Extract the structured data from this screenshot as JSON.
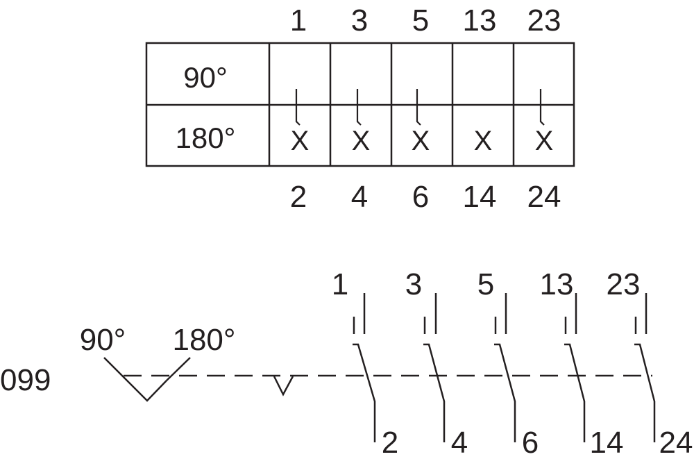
{
  "table": {
    "top_terminals": [
      "1",
      "3",
      "5",
      "13",
      "23"
    ],
    "bottom_terminals": [
      "2",
      "4",
      "6",
      "14",
      "24"
    ],
    "row_labels": [
      "90°",
      "180°"
    ],
    "cell_mark": "X"
  },
  "schematic": {
    "code": "099",
    "angle_left": "90°",
    "angle_right": "180°",
    "top_terminals": [
      "1",
      "3",
      "5",
      "13",
      "23"
    ],
    "bottom_terminals": [
      "2",
      "4",
      "6",
      "14",
      "24"
    ]
  }
}
